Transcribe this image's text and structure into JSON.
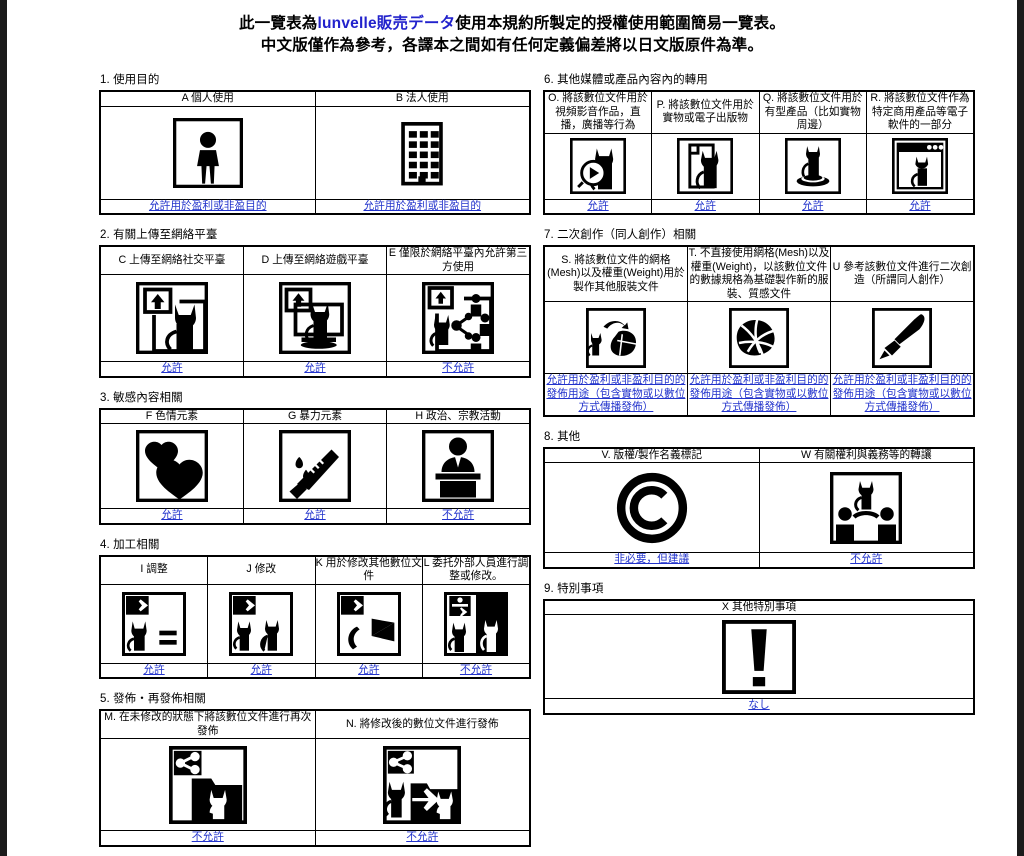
{
  "title": {
    "line1_pre": "此一覽表為",
    "line1_brand": "lunvelle販売データ",
    "line1_post": "使用本規約所製定的授權使用範圍簡易一覽表。",
    "line2": "中文版僅作為參考，各譯本之間如有任何定義偏差將以日文版原件為準。",
    "brand_color": "#2222cc"
  },
  "link_color": "#2233cc",
  "sections": [
    {
      "id": "s1",
      "title": "1. 使用目的",
      "columns": 2,
      "cells": [
        {
          "header": "A 個人使用",
          "icon": "person-icon",
          "permission": "允許用於盈利或非盈目的"
        },
        {
          "header": "B 法人使用",
          "icon": "building-icon",
          "permission": "允許用於盈利或非盈目的"
        }
      ]
    },
    {
      "id": "s2",
      "title": "2. 有關上傳至網絡平臺",
      "columns": 3,
      "cells": [
        {
          "header": "C 上傳至網絡社交平臺",
          "icon": "upload-cat-icon",
          "permission": "允許"
        },
        {
          "header": "D 上傳至網絡遊戲平臺",
          "icon": "upload-cat-monitor-icon",
          "permission": "允許"
        },
        {
          "header": "E 僅限於網絡平臺內允許第三方使用",
          "icon": "upload-cat-share-people-icon",
          "permission": "不允許"
        }
      ]
    },
    {
      "id": "s3",
      "title": "3. 敏感內容相關",
      "columns": 3,
      "cells": [
        {
          "header": "F 色情元素",
          "icon": "hearts-icon",
          "permission": "允許"
        },
        {
          "header": "G 暴力元素",
          "icon": "knife-blood-icon",
          "permission": "允許"
        },
        {
          "header": "H 政治、宗教活動",
          "icon": "podium-speaker-icon",
          "permission": "不允許"
        }
      ]
    },
    {
      "id": "s4",
      "title": "4. 加工相關",
      "columns": 4,
      "cells": [
        {
          "header": "I 調整",
          "icon": "arrow-cat-equals-icon",
          "permission": "允許"
        },
        {
          "header": "J 修改",
          "icon": "arrow-cat-two-cats-icon",
          "permission": "允許"
        },
        {
          "header": "K 用於修改其他數位文件",
          "icon": "arrow-cat-tail-icon",
          "permission": "允許"
        },
        {
          "header": "L 委托外部人員進行調整或修改。",
          "icon": "arrow-two-persons-cats-icon",
          "permission": "不允許"
        }
      ]
    },
    {
      "id": "s5",
      "title": "5. 發佈・再發佈相關",
      "columns": 2,
      "cells": [
        {
          "header": "M. 在未修改的狀態下將該數位文件進行再次發佈",
          "icon": "share-folder-cat-icon",
          "permission": "不允許"
        },
        {
          "header": "N. 將修改後的數位文件進行發佈",
          "icon": "share-cat-arrow-cat-icon",
          "permission": "不允許"
        }
      ]
    },
    {
      "id": "s6",
      "title": "6. 其他媒體或產品內容內的轉用",
      "columns": 4,
      "cells": [
        {
          "header": "O. 將該數位文件用於視頻影音作品，直播，廣播等行為",
          "icon": "cat-play-video-icon",
          "permission": "允許"
        },
        {
          "header": "P. 將該數位文件用於實物或電子出版物",
          "icon": "cat-document-icon",
          "permission": "允許"
        },
        {
          "header": "Q. 將該數位文件用於有型產品（比如實物周邊）",
          "icon": "cat-figurine-icon",
          "permission": "允許"
        },
        {
          "header": "R. 將該數位文件作為特定商用產品等電子軟件的一部分",
          "icon": "cat-app-window-icon",
          "permission": "允許"
        }
      ]
    },
    {
      "id": "s7",
      "title": "7. 二次創作（同人創作）相關",
      "columns": 3,
      "cells": [
        {
          "header": "S. 將該數位文件的網格(Mesh)以及權重(Weight)用於製作其他服裝文件",
          "icon": "cat-to-cloth-icon",
          "permission": "允許用於盈利或非盈利目的的發佈用途（包含實物或以數位方式傳播發佈）"
        },
        {
          "header": "T. 不直接使用網格(Mesh)以及權重(Weight)，以該數位文件的數據規格為基礎製作新的服裝、質感文件",
          "icon": "cloth-icon",
          "permission": "允許用於盈利或非盈利目的的發佈用途（包含實物或以數位方式傳播發佈）"
        },
        {
          "header": "U 參考該數位文件進行二次創造（所謂同人創作）",
          "icon": "paintbrush-icon",
          "permission": "允許用於盈利或非盈利目的的發佈用途（包含實物或以數位方式傳播發佈）"
        }
      ]
    },
    {
      "id": "s8",
      "title": "8. 其他",
      "columns": 2,
      "cells": [
        {
          "header": "V. 版權/製作名義標記",
          "icon": "copyright-icon",
          "permission": "非必要，但建議"
        },
        {
          "header": "W 有關權利與義務等的轉讓",
          "icon": "cat-transfer-people-icon",
          "permission": "不允許"
        }
      ]
    },
    {
      "id": "s9",
      "title": "9. 特別事項",
      "columns": 1,
      "cells": [
        {
          "header": "X 其他特別事項",
          "icon": "exclamation-icon",
          "permission": "なし"
        }
      ]
    }
  ]
}
